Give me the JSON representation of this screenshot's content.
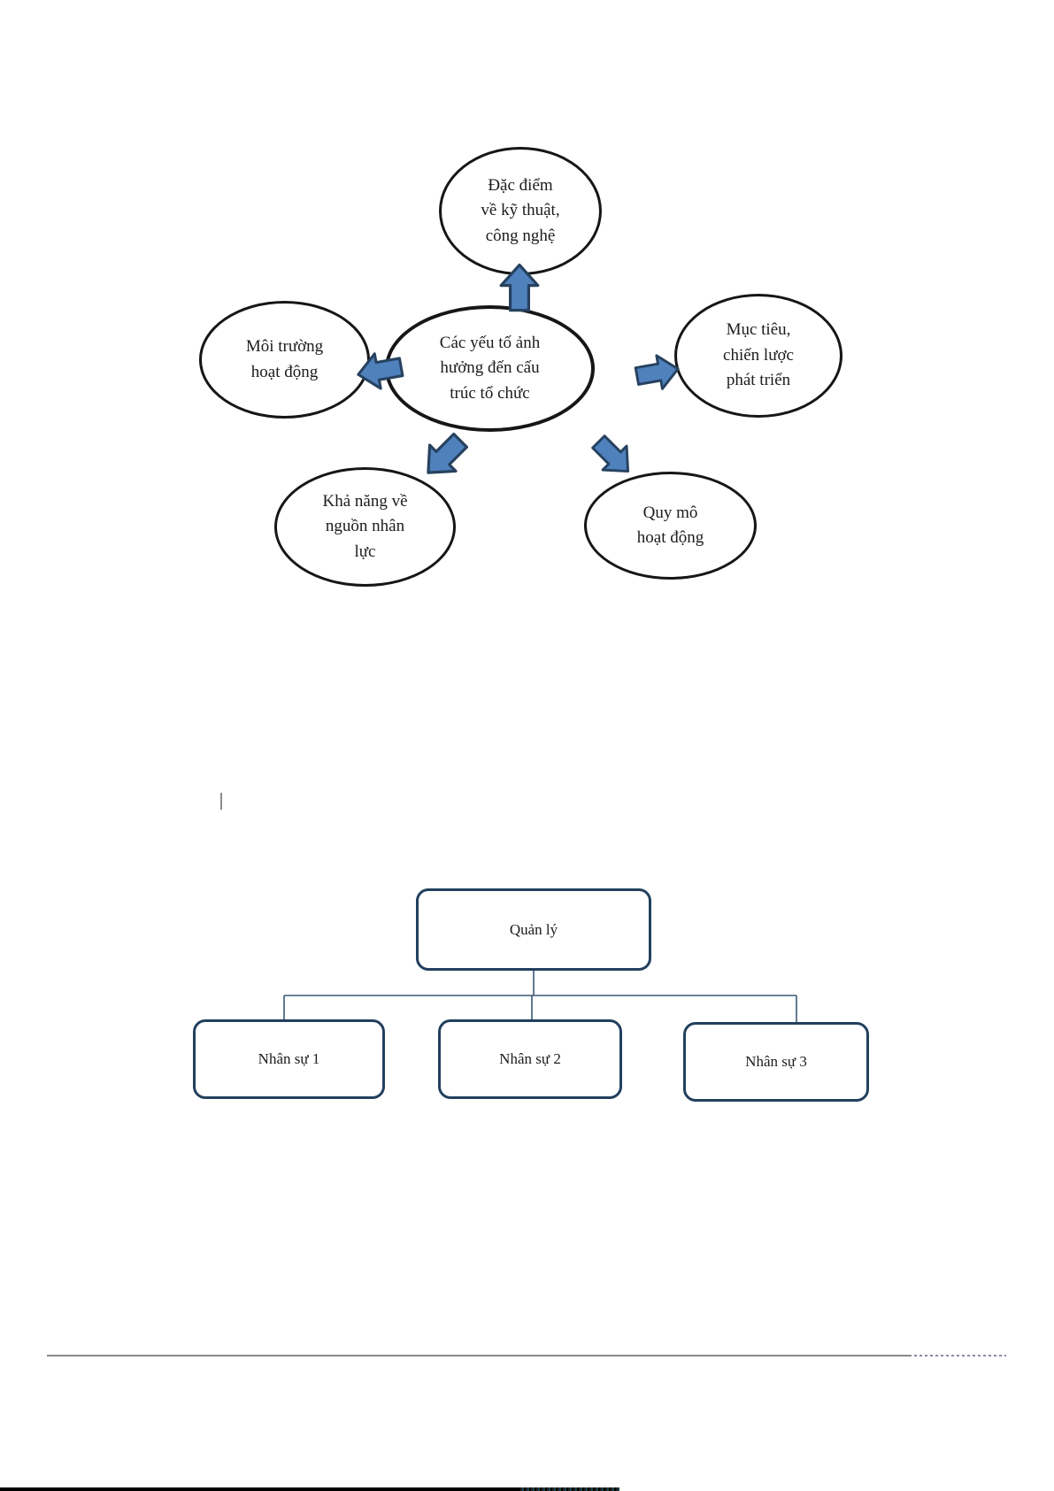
{
  "diagram1": {
    "center_label": "Các yếu tố ảnh\nhưởng đến cấu\ntrúc tổ chức",
    "nodes": [
      {
        "id": "top",
        "label": "Đặc điểm\nvề kỹ thuật,\ncông nghệ"
      },
      {
        "id": "left",
        "label": "Môi trường\nhoạt động"
      },
      {
        "id": "right",
        "label": "Mục tiêu,\nchiến lược\nphát triển"
      },
      {
        "id": "bottom_left",
        "label": "Khả năng về\nnguồn nhân\nlực"
      },
      {
        "id": "bottom_right",
        "label": "Quy mô\nhoạt động"
      }
    ],
    "colors": {
      "arrow_fill": "#4f81bd",
      "arrow_stroke": "#27425f",
      "ellipse_stroke": "#161616"
    }
  },
  "diagram2": {
    "root_label": "Quản lý",
    "children": [
      {
        "label": "Nhân sự 1"
      },
      {
        "label": "Nhân sự 2"
      },
      {
        "label": "Nhân sự 3"
      }
    ],
    "colors": {
      "box_border": "#22405e",
      "connector": "#3b5875"
    }
  },
  "footer": {
    "divider_color": "#8a8a8a"
  }
}
